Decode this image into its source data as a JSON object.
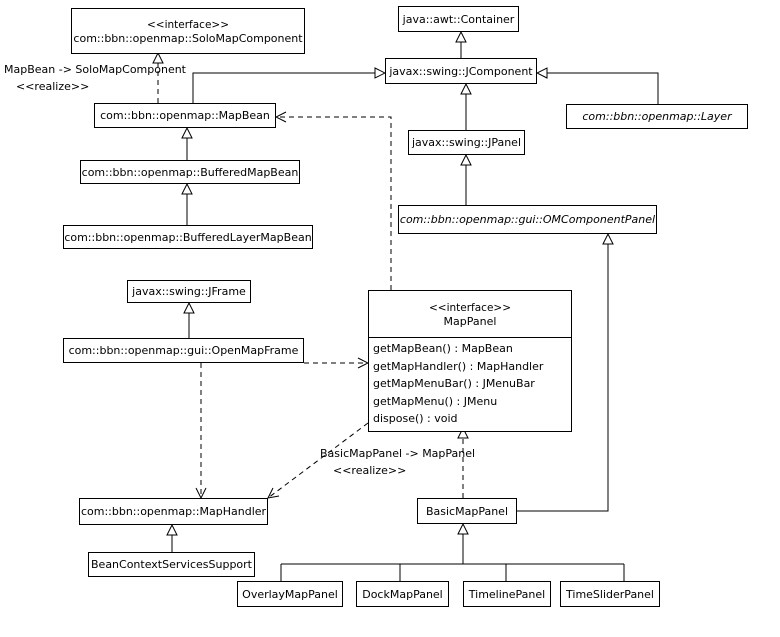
{
  "classes": {
    "solo_map_component": {
      "stereotype": "<<interface>>",
      "name": "com::bbn::openmap::SoloMapComponent"
    },
    "awt_container": {
      "name": "java::awt::Container"
    },
    "jcomponent": {
      "name": "javax::swing::JComponent"
    },
    "map_bean": {
      "name": "com::bbn::openmap::MapBean"
    },
    "layer": {
      "name": "com::bbn::openmap::Layer"
    },
    "jpanel": {
      "name": "javax::swing::JPanel"
    },
    "buffered_map_bean": {
      "name": "com::bbn::openmap::BufferedMapBean"
    },
    "om_component_panel": {
      "name": "com::bbn::openmap::gui::OMComponentPanel"
    },
    "buffered_layer_map_bean": {
      "name": "com::bbn::openmap::BufferedLayerMapBean"
    },
    "jframe": {
      "name": "javax::swing::JFrame"
    },
    "open_map_frame": {
      "name": "com::bbn::openmap::gui::OpenMapFrame"
    },
    "map_panel": {
      "stereotype": "<<interface>>",
      "name": "MapPanel",
      "operations": [
        "getMapBean() : MapBean",
        "getMapHandler() : MapHandler",
        "getMapMenuBar() : JMenuBar",
        "getMapMenu() : JMenu",
        "dispose() : void"
      ]
    },
    "map_handler": {
      "name": "com::bbn::openmap::MapHandler"
    },
    "basic_map_panel": {
      "name": "BasicMapPanel"
    },
    "bean_context_services_support": {
      "name": "BeanContextServicesSupport"
    },
    "overlay_map_panel": {
      "name": "OverlayMapPanel"
    },
    "dock_map_panel": {
      "name": "DockMapPanel"
    },
    "timeline_panel": {
      "name": "TimelinePanel"
    },
    "time_slider_panel": {
      "name": "TimeSliderPanel"
    }
  },
  "labels": {
    "realize_mapbean": "MapBean -> SoloMapComponent",
    "realize_mapbean_stereo": "<<realize>>",
    "realize_basic": "BasicMapPanel -> MapPanel",
    "realize_basic_stereo": "<<realize>>"
  }
}
